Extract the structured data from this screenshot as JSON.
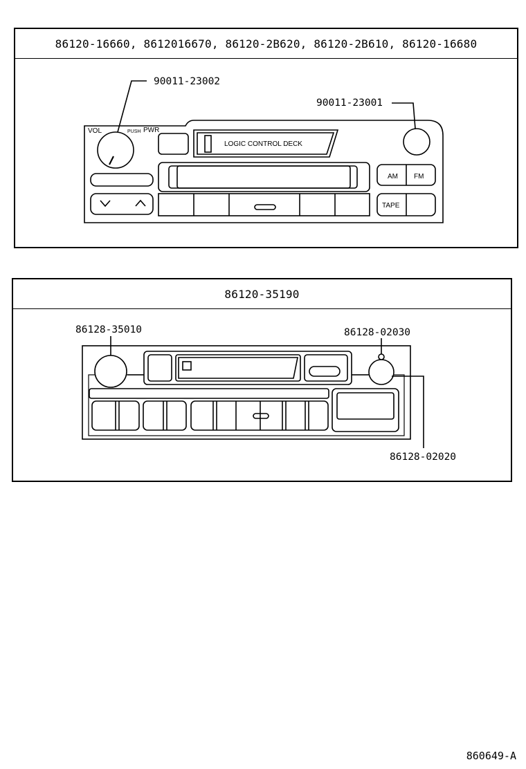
{
  "panel1": {
    "header": "86120-16660, 8612016670, 86120-2B620, 86120-2B610, 86120-16680",
    "callouts": {
      "vol_knob_part": "90011-23002",
      "tune_knob_part": "90011-23001"
    },
    "radio_labels": {
      "vol": "VOL",
      "push": "PUSH",
      "pwr": "PWR",
      "deck": "LOGIC CONTROL DECK",
      "am": "AM",
      "fm": "FM",
      "tape": "TAPE"
    }
  },
  "panel2": {
    "header": "86120-35190",
    "callouts": {
      "left_knob_part": "86128-35010",
      "right_knob_part": "86128-02030",
      "right_knob_lower_part": "86128-02020"
    }
  },
  "footer": {
    "code": "860649-A"
  }
}
